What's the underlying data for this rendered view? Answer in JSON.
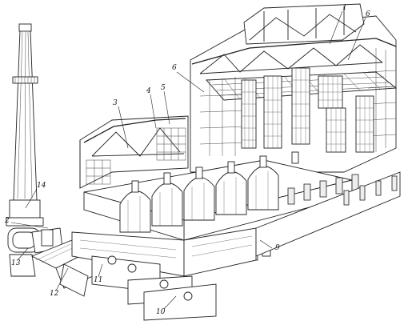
{
  "figure": {
    "labels": [
      {
        "id": "l1",
        "text": "1"
      },
      {
        "id": "l2",
        "text": "2"
      },
      {
        "id": "l3",
        "text": "3"
      },
      {
        "id": "l4",
        "text": "4"
      },
      {
        "id": "l5",
        "text": "5"
      },
      {
        "id": "l6a",
        "text": "6"
      },
      {
        "id": "l6b",
        "text": "6"
      },
      {
        "id": "l9",
        "text": "9"
      },
      {
        "id": "l10",
        "text": "10"
      },
      {
        "id": "l11",
        "text": "11"
      },
      {
        "id": "l12",
        "text": "12"
      },
      {
        "id": "l13",
        "text": "13"
      },
      {
        "id": "l14",
        "text": "14"
      }
    ]
  }
}
